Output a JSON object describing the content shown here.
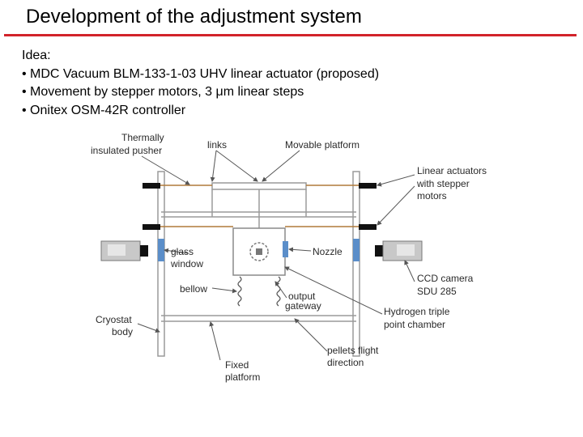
{
  "slide": {
    "title": "Development of the adjustment system",
    "bullets": [
      "Idea:",
      "• MDC Vacuum BLM-133-1-03  UHV linear actuator (proposed)",
      "• Movement by stepper motors, 3 μm linear steps",
      "• Onitex OSM-42R controller"
    ]
  },
  "diagram": {
    "labels": {
      "thermally_1": "Thermally",
      "thermally_2": "insulated pusher",
      "links": "links",
      "movable_platform": "Movable platform",
      "linear_actuators_1": "Linear actuators",
      "linear_actuators_2": "with stepper",
      "linear_actuators_3": "motors",
      "glass_1": "glass",
      "glass_2": "window",
      "nozzle": "Nozzle",
      "ccd_1": "CCD camera",
      "ccd_2": "SDU 285",
      "bellow": "bellow",
      "output_1": "output",
      "output_2": "gateway",
      "hydrogen_1": "Hydrogen triple",
      "hydrogen_2": "point chamber",
      "cryostat_1": "Cryostat",
      "cryostat_2": "body",
      "pellets_1": "pellets flight",
      "pellets_2": "direction",
      "fixed_1": "Fixed",
      "fixed_2": "platform"
    },
    "colors": {
      "accent_red": "#d2232a",
      "glass_blue": "#5b8ec9",
      "frame_gray": "#9a9a9a",
      "actuator_rod": "#b07a3a"
    }
  }
}
